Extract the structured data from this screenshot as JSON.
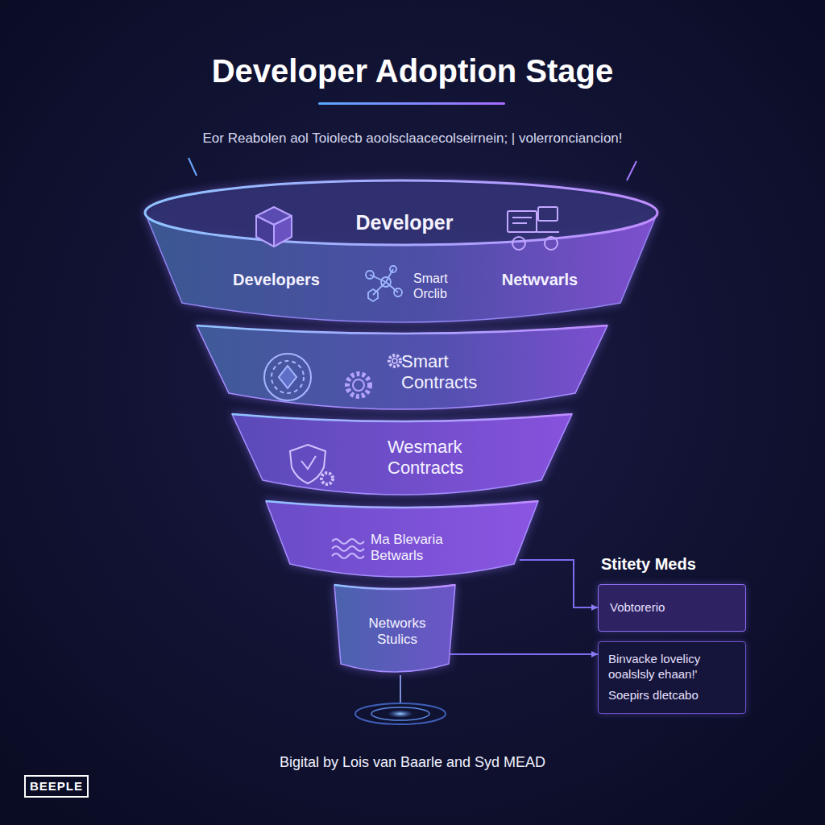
{
  "diagram": {
    "title": "Developer Adoption Stage",
    "caption": "Bigital by Lois van Baarle and Syd MEAD",
    "nodes": [
      {
        "text": [
          "Developer",
          "Developers",
          "Smart Orclib",
          "Netwvarls"
        ]
      },
      {
        "text": [
          "Smart Contracts"
        ]
      },
      {
        "text": [
          "Wesmark Contracts"
        ]
      },
      {
        "text": [
          "Ma Blevaria Betwarls"
        ]
      },
      {
        "text": [
          "Networks Stulics"
        ]
      },
      {
        "text": [
          "Stitety Meds",
          "Vobtorerio"
        ]
      },
      {
        "text": [
          "Binvacke lovelicy ooalslsly ehaan!'",
          "Soepirs dletcabo"
        ]
      }
    ],
    "edges": [
      {
        "from": 3,
        "to": 5,
        "arrow": "to"
      },
      {
        "from": 4,
        "to": 6,
        "arrow": "to"
      }
    ],
    "labels": [
      "Eor Reabolen aol Toiolecb aoolsclaacecolseirnein; | volerronciancion!",
      "BEEPLE"
    ]
  }
}
